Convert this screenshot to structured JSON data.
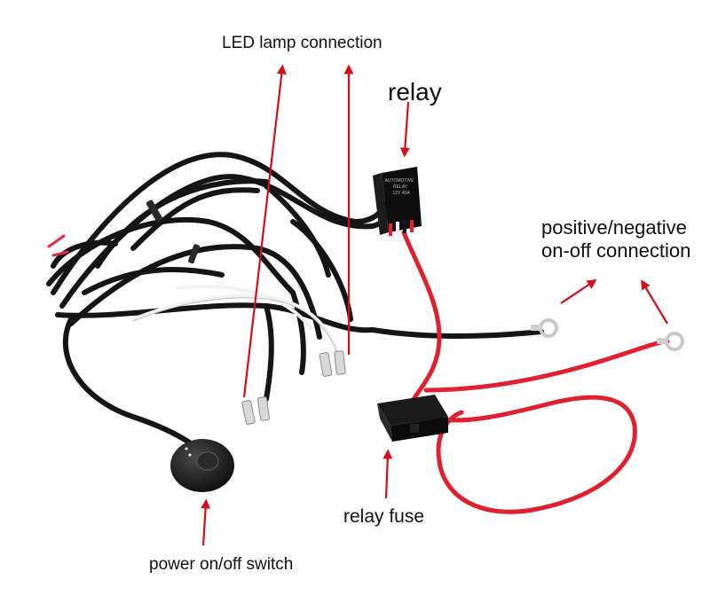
{
  "labels": {
    "led_lamp": "LED lamp connection",
    "relay": "relay",
    "positive_negative_line1": "positive/negative",
    "positive_negative_line2": "on-off connection",
    "relay_fuse": "relay fuse",
    "power_switch": "power on/off switch"
  },
  "relay_marking": {
    "line1": "AUTOMOTIVE",
    "line2": "RELAY",
    "line3": "12V   40A"
  },
  "colors": {
    "arrow": "#d0101a",
    "wire_black": "#151515",
    "wire_red": "#e0202e",
    "wire_white": "#f2f2f2",
    "housing": "#0e0e0e"
  },
  "icons": [
    "arrow-icon",
    "toggle-switch-icon",
    "relay-icon",
    "fuse-holder-icon",
    "spade-terminal-icon",
    "ring-terminal-icon"
  ]
}
